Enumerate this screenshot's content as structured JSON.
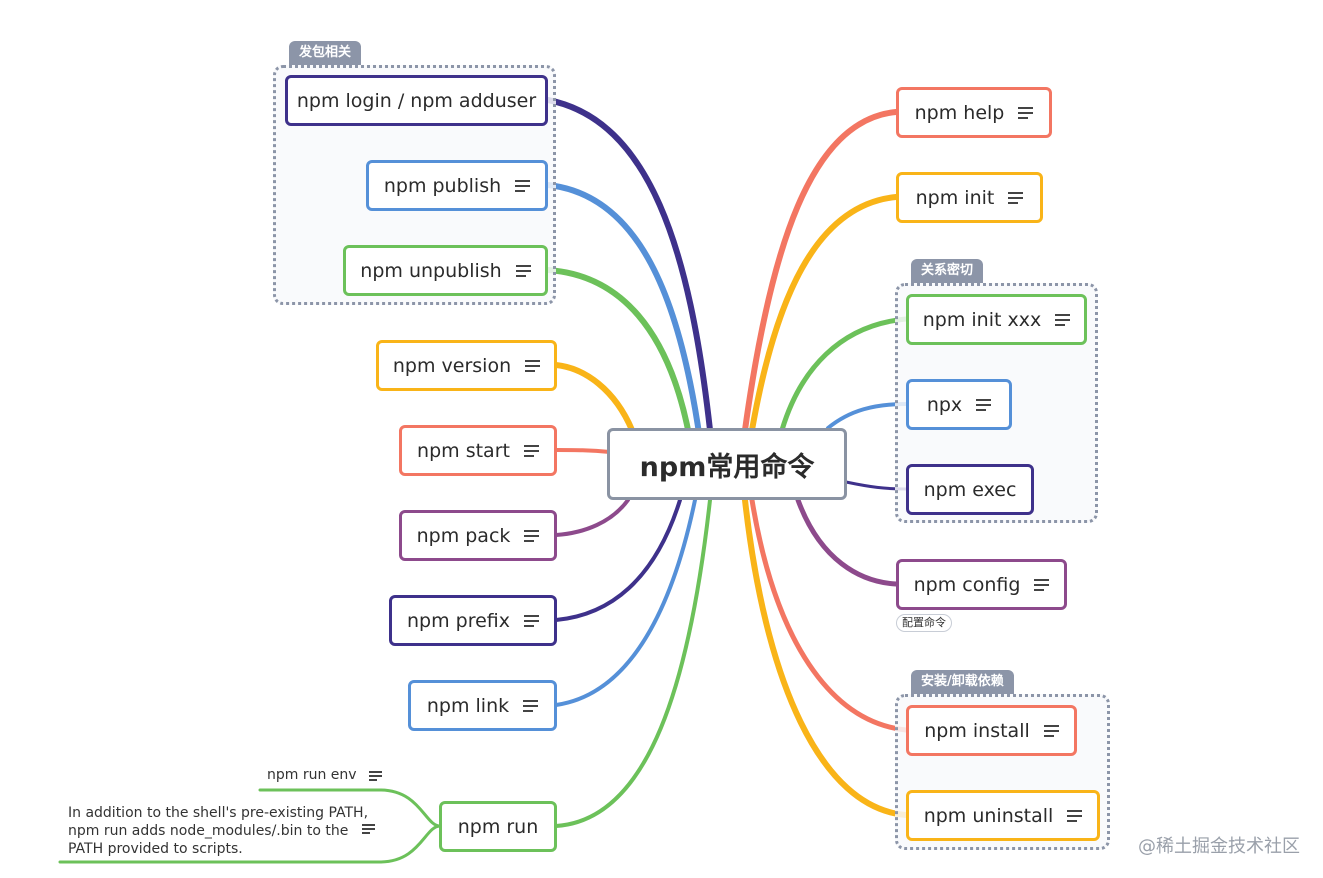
{
  "central": {
    "label": "npm常用命令"
  },
  "colors": {
    "purple_dark": "#3e318b",
    "blue": "#5590d8",
    "green": "#6cc15a",
    "yellow": "#f9b418",
    "red": "#f37662",
    "purple": "#8d4a8c",
    "boundary": "#8c95a8"
  },
  "boundaries": {
    "publish": "发包相关",
    "related": "关系密切",
    "install": "安装/卸载依赖"
  },
  "left_nodes": {
    "login": "npm login / npm adduser",
    "publish": "npm publish",
    "unpublish": "npm unpublish",
    "version": "npm version",
    "start": "npm start",
    "pack": "npm pack",
    "prefix": "npm prefix",
    "link": "npm link",
    "run": "npm run"
  },
  "right_nodes": {
    "help": "npm help",
    "init": "npm init",
    "init_xxx": "npm init xxx",
    "npx": "npx",
    "exec": "npm exec",
    "config": "npm config",
    "install": "npm install",
    "uninstall": "npm uninstall"
  },
  "config_label": "配置命令",
  "run_children": {
    "env": "npm run env",
    "desc_lines": [
      "In addition to the shell's pre-existing PATH,",
      "npm run adds node_modules/.bin to the",
      "PATH provided to scripts."
    ]
  },
  "icons": {
    "note": "note-lines-icon"
  },
  "watermark": "@稀土掘金技术社区"
}
